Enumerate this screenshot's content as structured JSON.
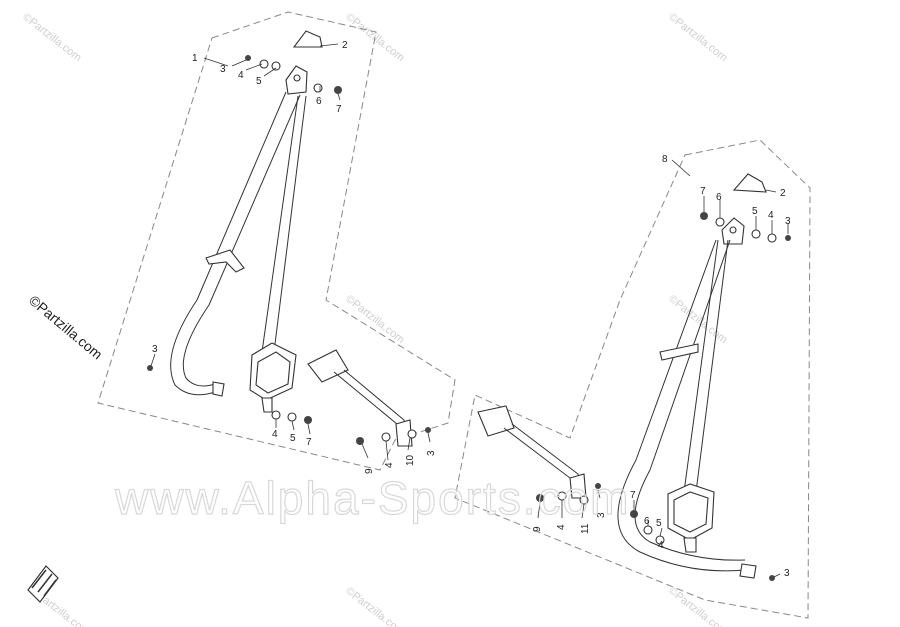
{
  "watermarks": {
    "partzilla": "©Partzilla.com",
    "alpha_sports": "www.Alpha-Sports.com"
  },
  "left_assembly": {
    "callouts": [
      "1",
      "2",
      "3",
      "4",
      "5",
      "6",
      "7",
      "3",
      "4",
      "5",
      "7",
      "9",
      "4",
      "10",
      "3"
    ]
  },
  "right_assembly": {
    "callouts": [
      "8",
      "2",
      "7",
      "6",
      "5",
      "4",
      "3",
      "7",
      "6",
      "5",
      "4",
      "11",
      "9",
      "4",
      "3",
      "3"
    ]
  }
}
